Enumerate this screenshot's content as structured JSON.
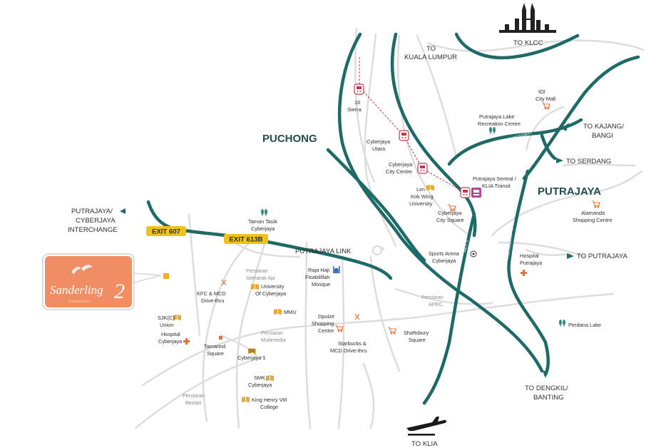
{
  "map": {
    "areas": {
      "puchong": "PUCHONG",
      "putrajaya": "PUTRAJAYA"
    },
    "directions": {
      "klcc": "TO KLCC",
      "kuala_lumpur_1": "TO",
      "kuala_lumpur_2": "KUALA LUMPUR",
      "kajang_1": "TO KAJANG/",
      "kajang_2": "BANGI",
      "serdang": "TO SERDANG",
      "putrajaya": "TO PUTRAJAYA",
      "dengkil_1": "TO DENGKIL/",
      "dengkil_2": "BANTING",
      "klia": "TO KLIA",
      "interchange_1": "PUTRAJAYA/",
      "interchange_2": "CYBERJAYA",
      "interchange_3": "INTERCHANGE"
    },
    "roads": {
      "putrajaya_link": "PUTRAJAYA LINK",
      "mex_expressway": "MEX EXPRESSWAY",
      "mex_ii": "MEX II",
      "putrajaya_cyberjaya_expressway": "PUTRAJAYA - CYBERJAYA EXPRESSWAY",
      "persiaran_semarak_api_1": "Persiaran",
      "persiaran_semarak_api_2": "Semarak Api",
      "persiaran_multimedia_1": "Persiaran",
      "persiaran_multimedia_2": "Multimedia",
      "persiaran_apec_1": "Persiaran",
      "persiaran_apec_2": "APEC",
      "persiaran_bestari_1": "Persiaran",
      "persiaran_bestari_2": "Bestari"
    },
    "exits": {
      "exit_607": "EXIT 607",
      "exit_613b": "EXIT 613B"
    },
    "stations": {
      "sierra_1": "16",
      "sierra_2": "Sierra",
      "cyberjaya_utara_1": "Cyberjaya",
      "cyberjaya_utara_2": "Utara",
      "cyberjaya_city_centre_1": "Cyberjaya",
      "cyberjaya_city_centre_2": "City Centre",
      "putrajaya_sentral_1": "Putrajaya Sentral /",
      "putrajaya_sentral_2": "KLIA Transit"
    },
    "landmarks": {
      "ioi_1": "IOI",
      "ioi_2": "City Mall",
      "lake_recreation_1": "Putrajaya Lake",
      "lake_recreation_2": "Recreation Centre",
      "alamanda_1": "Alamanda",
      "alamanda_2": "Shopping Centre",
      "hospital_putrajaya_1": "Hospital",
      "hospital_putrajaya_2": "Putrajaya",
      "perdana_lake": "Perdana Lake",
      "sports_arena_1": "Sports Arena",
      "sports_arena_2": "Cyberjaya",
      "cyberjaya_city_square_1": "Cyberjaya",
      "cyberjaya_city_square_2": "City Square",
      "limkokwing_1": "Lim",
      "limkokwing_2": "Kok Wing",
      "limkokwing_3": "University",
      "taman_tasik_1": "Taman Tasik",
      "taman_tasik_2": "Cyberjaya",
      "raja_haji_1": "Raja Haji",
      "raja_haji_2": "Fisabilillah",
      "raja_haji_3": "Mosque",
      "university_cyberjaya_1": "University",
      "university_cyberjaya_2": "Of Cyberjaya",
      "kfc_1": "KFC & MCD",
      "kfc_2": "Drive-thru",
      "mmu": "MMU",
      "dpulze_1": "Dpulze",
      "dpulze_2": "Shopping",
      "dpulze_3": "Centre",
      "starbucks_1": "Starbucks &",
      "starbucks_2": "MCD Drive-thru",
      "shaftsbury_1": "Shaftsbury",
      "shaftsbury_2": "Square",
      "sjkc_1": "SJK(C)",
      "sjkc_2": "Union",
      "hospital_cyberjaya_1": "Hospital",
      "hospital_cyberjaya_2": "Cyberjaya",
      "tamarind_1": "Tamarind",
      "tamarind_2": "Square",
      "sk_1": "SK",
      "sk_2": "Cyberjaya 1",
      "smk_1": "SMK",
      "smk_2": "Cyberjaya",
      "king_henry_1": "King Henry VIII",
      "king_henry_2": "College"
    },
    "logo": {
      "name": "Sanderling",
      "number": "2",
      "tagline": "CYBERJAYA"
    },
    "icons": {
      "train": "train-icon",
      "shopping": "shopping-cart-icon",
      "school": "book-icon",
      "park": "tree-icon",
      "hospital": "cross-icon",
      "food": "cutlery-icon",
      "mosque": "mosque-icon",
      "stadium": "ball-icon",
      "airport": "airplane-icon",
      "klcc": "twin-towers-icon"
    },
    "colors": {
      "highway": "#1d6a67",
      "minor_road": "#dcdcdc",
      "exit_sign": "#f2c21c",
      "logo_box": "#ef8e63",
      "marker": "#f2ad1c",
      "rail": "#c0394a",
      "amenity": "#e8a838",
      "park": "#2f8f7c"
    }
  }
}
